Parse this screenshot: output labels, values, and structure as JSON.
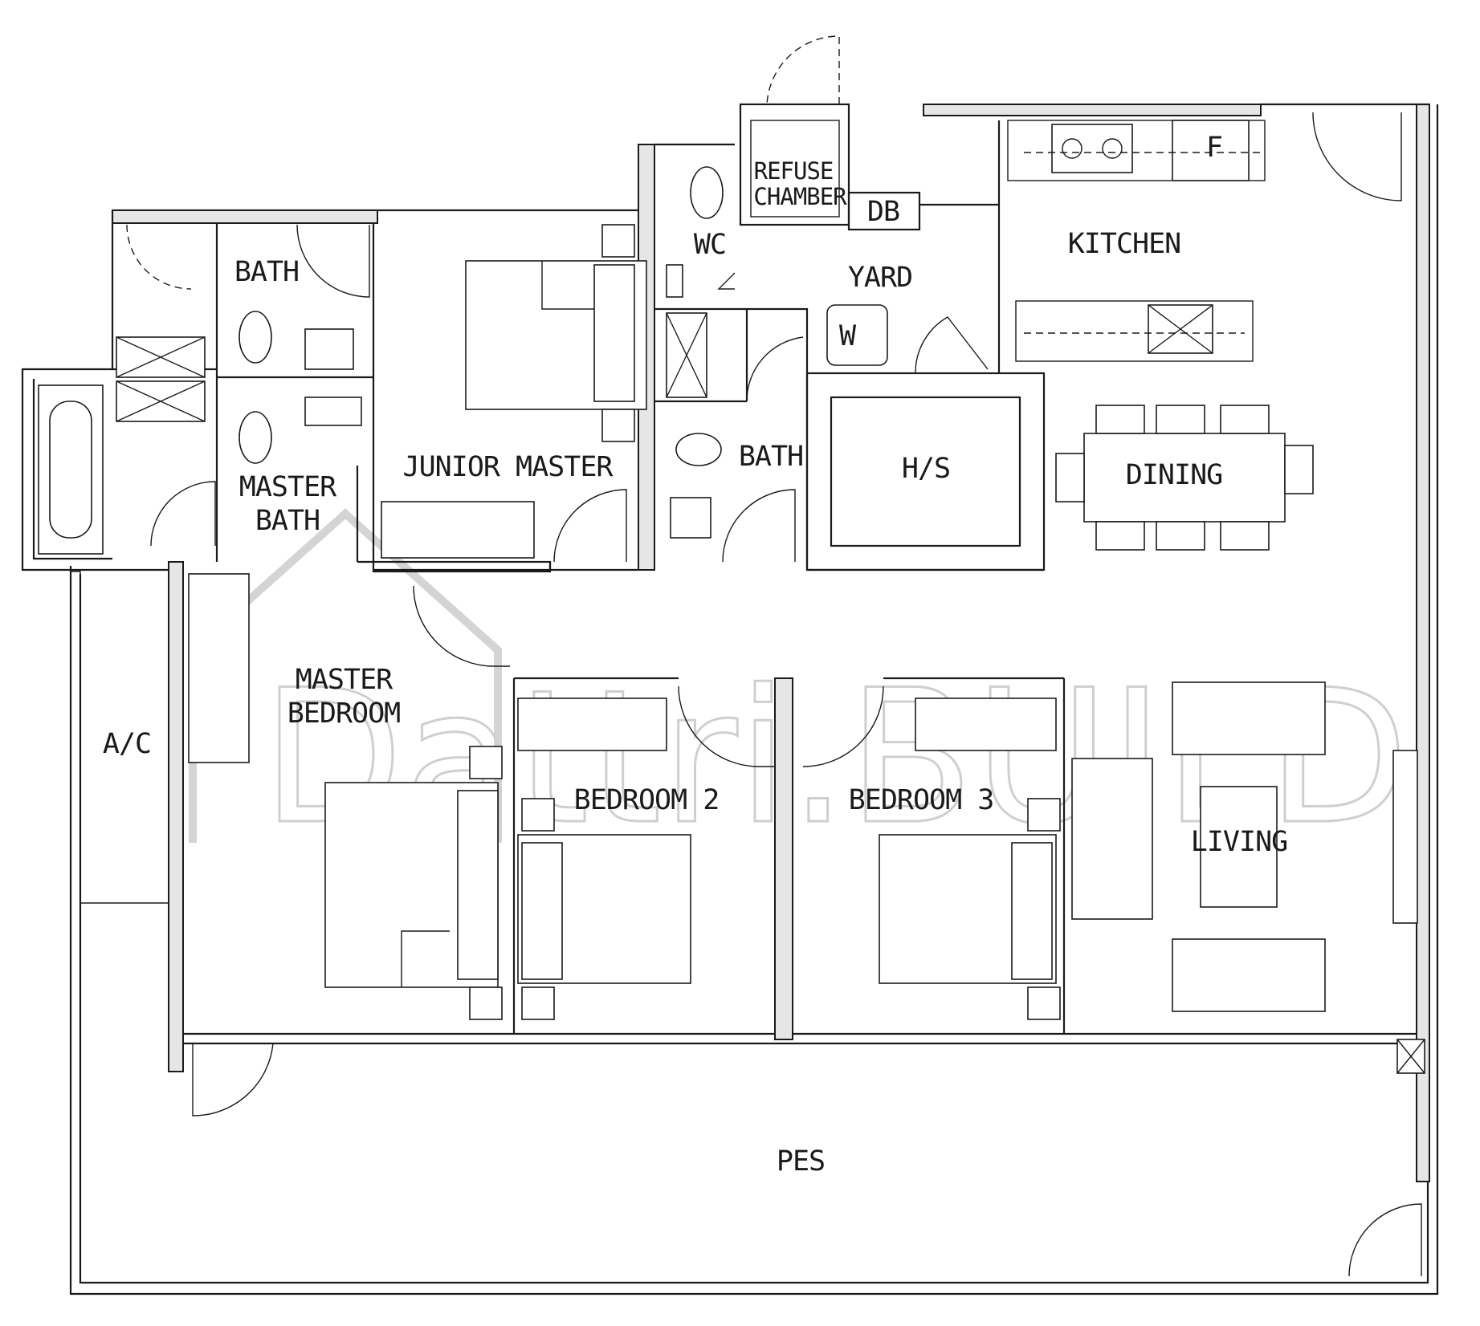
{
  "watermark": {
    "text": "Dattri.BUILD"
  },
  "rooms": {
    "bath": "BATH",
    "master_bath_1": "MASTER",
    "master_bath_2": "BATH",
    "junior_master": "JUNIOR  MASTER",
    "wc": "WC",
    "refuse_1": "REFUSE",
    "refuse_2": "CHAMBER",
    "db": "DB",
    "yard": "YARD",
    "kitchen": "KITCHEN",
    "fridge": "F",
    "washer": "W",
    "bath_2": "BATH",
    "hs": "H/S",
    "dining": "DINING",
    "master_bedroom_1": "MASTER",
    "master_bedroom_2": "BEDROOM",
    "ac": "A/C",
    "bedroom_2": "BEDROOM 2",
    "bedroom_3": "BEDROOM 3",
    "living": "LIVING",
    "pes": "PES"
  }
}
